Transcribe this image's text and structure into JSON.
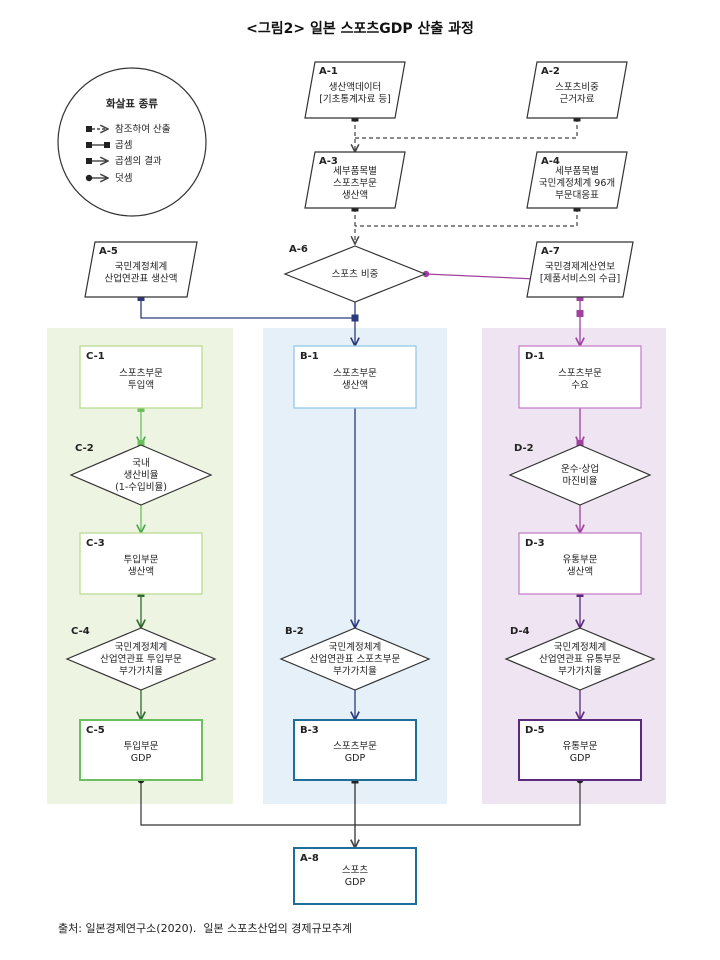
{
  "title": "<그림2> 일본 스포츠GDP 산출 과정",
  "source": "출처: 일본경제연구소(2020).  일본 스포츠산업의 경제규모추계",
  "legend": {
    "title": "화살표 종류",
    "items": [
      "참조하여 산출",
      "곱셈",
      "곱셈의 결과",
      "덧셈"
    ]
  },
  "nodes": {
    "A1": {
      "label": "A-1",
      "lines": [
        "생산액데이터",
        "[기초통계자료 등]"
      ]
    },
    "A2": {
      "label": "A-2",
      "lines": [
        "스포츠비중",
        "근거자료"
      ]
    },
    "A3": {
      "label": "A-3",
      "lines": [
        "세부품목별",
        "스포츠부문",
        "생산액"
      ]
    },
    "A4": {
      "label": "A-4",
      "lines": [
        "세부품목별",
        "국민계정체계 96개",
        "부문대응표"
      ]
    },
    "A5": {
      "label": "A-5",
      "lines": [
        "국민계정체계",
        "산업연관표 생산액"
      ]
    },
    "A6": {
      "label": "A-6",
      "lines": [
        "스포츠 비중"
      ]
    },
    "A7": {
      "label": "A-7",
      "lines": [
        "국민경제계산연보",
        "[제품서비스의 수급]"
      ]
    },
    "A8": {
      "label": "A-8",
      "lines": [
        "스포츠",
        "GDP"
      ]
    },
    "B1": {
      "label": "B-1",
      "lines": [
        "스포츠부문",
        "생산액"
      ]
    },
    "B2": {
      "label": "B-2",
      "lines": [
        "국민계정체계",
        "산업연관표 스포츠부문",
        "부가가치율"
      ]
    },
    "B3": {
      "label": "B-3",
      "lines": [
        "스포츠부문",
        "GDP"
      ]
    },
    "C1": {
      "label": "C-1",
      "lines": [
        "스포츠부문",
        "투입액"
      ]
    },
    "C2": {
      "label": "C-2",
      "lines": [
        "국내",
        "생산비율",
        "(1-수입비율)"
      ]
    },
    "C3": {
      "label": "C-3",
      "lines": [
        "투입부문",
        "생산액"
      ]
    },
    "C4": {
      "label": "C-4",
      "lines": [
        "국민계정체계",
        "산업연관표 투입부문",
        "부가가치율"
      ]
    },
    "C5": {
      "label": "C-5",
      "lines": [
        "투입부문",
        "GDP"
      ]
    },
    "D1": {
      "label": "D-1",
      "lines": [
        "스포츠부문",
        "수요"
      ]
    },
    "D2": {
      "label": "D-2",
      "lines": [
        "운수·상업",
        "마진비율"
      ]
    },
    "D3": {
      "label": "D-3",
      "lines": [
        "유통부문",
        "생산액"
      ]
    },
    "D4": {
      "label": "D-4",
      "lines": [
        "국민계정체계",
        "산업연관표 유통부문",
        "부가가치율"
      ]
    },
    "D5": {
      "label": "D-5",
      "lines": [
        "유통부문",
        "GDP"
      ]
    }
  },
  "colors": {
    "green_panel": "#eef4e2",
    "blue_panel": "#e6f0f8",
    "purple_panel": "#efe5f2",
    "green_light": "#b5d98a",
    "green_mid": "#6cbf5e",
    "green_dark": "#2e7a2e",
    "blue_light": "#8cc6e6",
    "blue_dark": "#1f6e9a",
    "navy": "#2b3a7a",
    "purple_light": "#c27ac6",
    "purple_mid": "#9a3a9c",
    "purple_dark": "#5b2a7e",
    "gray_line": "#555555",
    "dark": "#333333"
  }
}
